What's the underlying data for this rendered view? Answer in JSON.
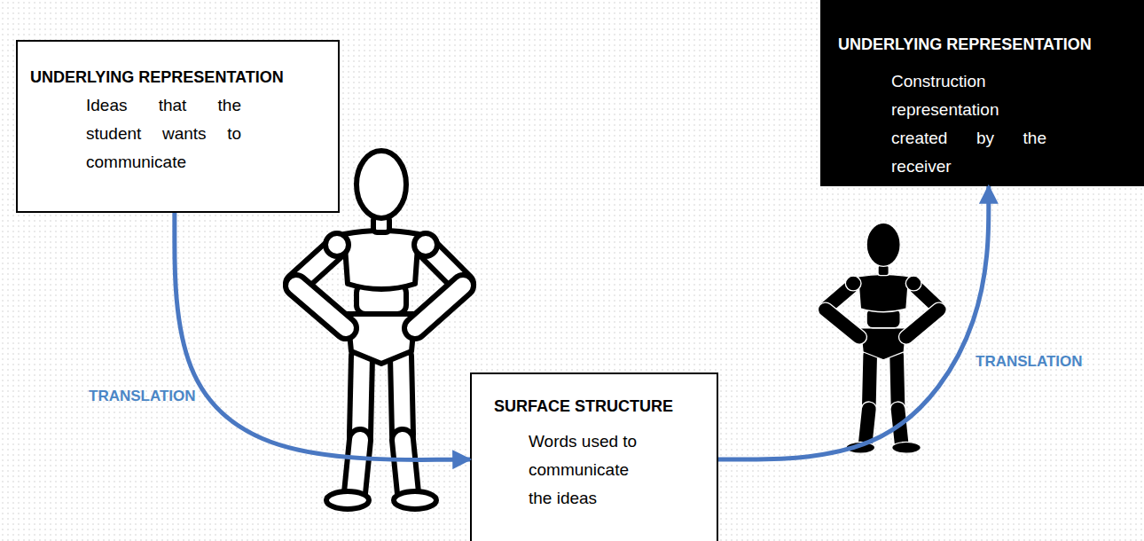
{
  "diagram": {
    "nodes": [
      {
        "text": [
          "UNDERLYING REPRESENTATION",
          "Ideas that the student wants to communicate"
        ]
      },
      {
        "text": [
          "SURFACE STRUCTURE",
          "Words used to communicate the ideas"
        ]
      },
      {
        "text": [
          "UNDERLYING REPRESENTATION",
          "Construction representation created by the receiver"
        ]
      }
    ],
    "edges": [
      {
        "from": 0,
        "to": 1,
        "arrow": "to",
        "label": "TRANSLATION"
      },
      {
        "from": 1,
        "to": 2,
        "arrow": "to",
        "label": "TRANSLATION"
      }
    ]
  }
}
